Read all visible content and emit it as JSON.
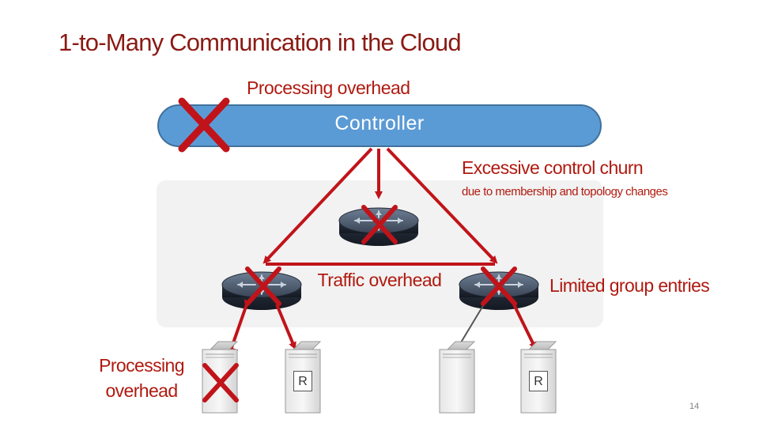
{
  "title": "1-to-Many Communication in the Cloud",
  "controller_label": "Controller",
  "annotations": {
    "processing_overhead_top": "Processing overhead",
    "excessive_churn": "Excessive control churn",
    "excessive_churn_sub": "due to membership and topology changes",
    "traffic_overhead": "Traffic overhead",
    "limited_group_entries": "Limited group entries",
    "processing_overhead_bottom": "Processing overhead"
  },
  "receiver_label": "R",
  "page_number": "14",
  "colors": {
    "title": "#8a1a14",
    "annotation": "#b01a10",
    "arrow": "#c0141a",
    "cross": "#c0141a",
    "controller": "#5b9bd5",
    "network_region": "#f2f2f2"
  },
  "icons": [
    "router-icon",
    "server-icon",
    "cross-icon"
  ]
}
